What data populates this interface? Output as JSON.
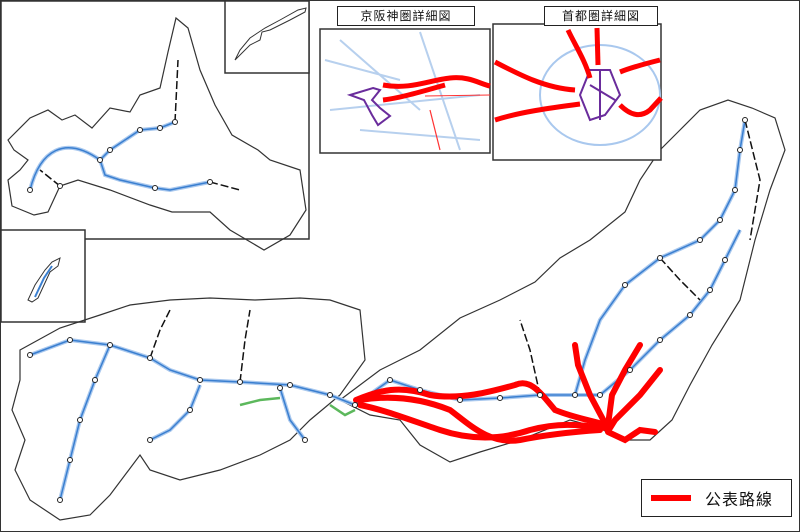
{
  "colors": {
    "announced_route": "#ff0000",
    "shinkansen_blue": "#3a7fd0",
    "shinkansen_light": "#a9c8ee",
    "conventional": "#111111",
    "coast": "#333333",
    "boundary": "#aaaaaa",
    "green_route": "#5cb85c",
    "purple_route": "#6a2c9c"
  },
  "insets": {
    "keihanshin": {
      "title": "京阪神圏詳細図"
    },
    "shutoken": {
      "title": "首都圏詳細図"
    },
    "hokkaido": {
      "title": ""
    },
    "okinawa": {
      "title": ""
    },
    "northern_islands": {
      "title": ""
    }
  },
  "legend": {
    "items": [
      {
        "label": "公表路線",
        "color": "#ff0000"
      }
    ]
  },
  "map": {
    "coast_paths": [
      "M8,140 L30,118 L48,110 L62,120 L75,115 L92,128 L110,108 L130,112 L140,95 L160,88 L168,52 L176,18 L188,28 L200,70 L215,105 L232,135 L258,150 L270,160 L300,170 L306,210 L290,235 L264,250 L230,230 L210,212 L172,212 L150,205 L110,190 L78,180 L60,186 L48,212 L34,215 L12,206 L8,180 L20,170 L28,160 L14,150 Z",
      "M340,400 L380,370 L420,350 L460,318 L500,300 L535,282 L560,258 L590,240 L625,212 L640,180 L660,150 L680,130 L700,110 L728,100 L752,108 L775,118 L785,150 L770,190 L755,240 L740,300 L712,345 L690,385 L672,420 L650,440 L620,440 L600,428 L570,420 L520,440 L480,452 L450,462 L420,445 L400,420 L370,415 Z",
      "M20,350 L60,328 L100,315 L130,305 L170,300 L210,298 L255,300 L300,298 L330,300 L360,310 L365,360 L340,395 L310,420 L290,440 L260,455 L220,470 L180,480 L150,470 L140,455 L110,495 L90,515 L60,520 L30,500 L15,470 L25,440 L12,410 L20,380 Z"
    ],
    "shinkansen_lines": [
      "M30,190 C40,150 65,135 100,160 L110,150 L140,130 L160,128 L175,122",
      "M100,160 L105,175 L120,180 L155,188 L170,190 L195,185 L210,182",
      "M30,355 L70,340 L110,345 L150,358 L170,370 L200,380 L240,382 L290,385 L330,395 L355,405",
      "M110,345 L95,380 L80,420 L70,460 L60,500",
      "M355,405 L390,380 L420,390 L460,400 L500,398 L540,395 L575,395 L600,395",
      "M575,395 L585,360 L600,320 L625,285 L660,258 L700,240 L720,220 L735,190 L740,150 L745,120",
      "M600,395 L630,370 L660,340 L690,315 L710,290 L725,260 L740,230",
      "M280,388 L290,420 L305,440",
      "M200,385 L190,410 L170,430 L150,440"
    ],
    "conventional_lines": [
      "M60,186 L40,170",
      "M175,122 L178,60",
      "M210,182 L240,190",
      "M540,395 L530,350 L520,320",
      "M660,258 L680,280 L700,300",
      "M745,120 L760,180 L750,240",
      "M150,358 L160,330 L170,310",
      "M240,382 L245,340 L250,310"
    ],
    "green_lines": [
      "M240,405 L260,400 L280,398",
      "M330,405 L345,415 L355,410"
    ],
    "announced_routes": [
      "M356,400 C380,390 400,385 430,395 C460,400 490,392 515,385 C530,378 540,392 555,410 C575,418 590,420 606,425",
      "M360,405 C385,410 410,420 440,430 C470,440 500,440 530,430 C560,422 580,425 606,428",
      "M360,400 C390,395 420,398 450,410 C470,425 490,445 520,440 C545,435 570,432 600,430",
      "M575,345 L578,365 L590,395 L606,425",
      "M640,345 L625,370 L612,395 L608,425",
      "M660,370 L640,395 L615,420 L610,428",
      "M608,432 L625,440 L640,430 L655,432"
    ],
    "stations": [
      [
        30,
        190
      ],
      [
        60,
        186
      ],
      [
        100,
        160
      ],
      [
        110,
        150
      ],
      [
        140,
        130
      ],
      [
        160,
        128
      ],
      [
        175,
        122
      ],
      [
        155,
        188
      ],
      [
        210,
        182
      ],
      [
        30,
        355
      ],
      [
        70,
        340
      ],
      [
        110,
        345
      ],
      [
        150,
        358
      ],
      [
        200,
        380
      ],
      [
        240,
        382
      ],
      [
        290,
        385
      ],
      [
        330,
        395
      ],
      [
        355,
        405
      ],
      [
        95,
        380
      ],
      [
        80,
        420
      ],
      [
        70,
        460
      ],
      [
        60,
        500
      ],
      [
        390,
        380
      ],
      [
        420,
        390
      ],
      [
        460,
        400
      ],
      [
        500,
        398
      ],
      [
        540,
        395
      ],
      [
        575,
        395
      ],
      [
        600,
        395
      ],
      [
        625,
        285
      ],
      [
        660,
        258
      ],
      [
        700,
        240
      ],
      [
        720,
        220
      ],
      [
        735,
        190
      ],
      [
        740,
        150
      ],
      [
        745,
        120
      ],
      [
        630,
        370
      ],
      [
        660,
        340
      ],
      [
        690,
        315
      ],
      [
        710,
        290
      ],
      [
        725,
        260
      ],
      [
        280,
        388
      ],
      [
        305,
        440
      ],
      [
        190,
        410
      ],
      [
        150,
        440
      ]
    ]
  }
}
